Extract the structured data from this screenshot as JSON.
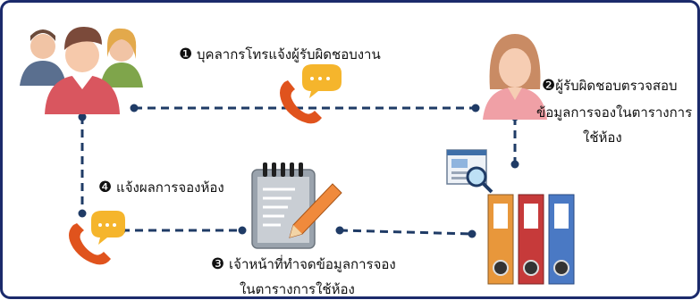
{
  "steps": [
    {
      "number": "❶",
      "text": "บุคลากรโทรแจ้งผู้รับผิดชอบงาน"
    },
    {
      "number": "❷",
      "text": "ผู้รับผิดชอบตรวจสอบ",
      "text2": "ข้อมูลการจองในตารางการ",
      "text3": "ใช้ห้อง"
    },
    {
      "number": "❸",
      "text": "เจ้าหน้าที่ทำจดข้อมูลการจอง",
      "text2": "ในตารางการใช้ห้อง"
    },
    {
      "number": "❹",
      "text": "แจ้งผลการจองห้อง"
    }
  ],
  "colors": {
    "border": "#1b2a6b",
    "line": "#1f3b66",
    "phone": "#e0531d",
    "bubble": "#f5b52c",
    "binder_orange": "#e8973b",
    "binder_red": "#c63a3a",
    "binder_blue": "#4a79c4"
  }
}
